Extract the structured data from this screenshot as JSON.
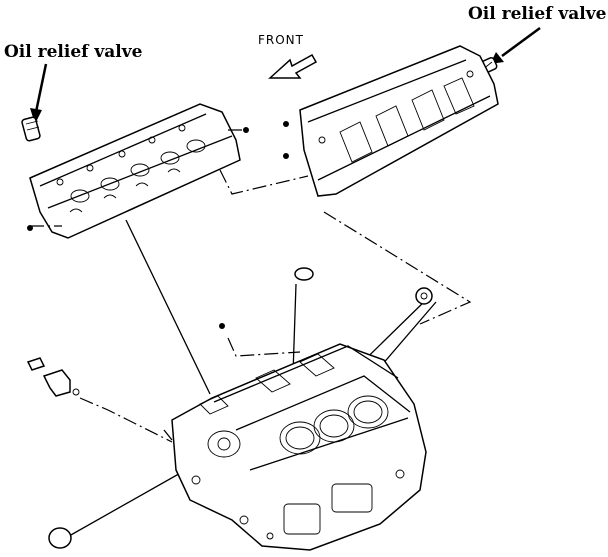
{
  "labels": {
    "left_valve": "Oil relief valve",
    "right_valve": "Oil relief valve",
    "front": "FRONT"
  },
  "icons": {
    "front_arrow": "arrow-down-left-icon",
    "callout_arrows": "arrow-icon"
  },
  "colors": {
    "ink": "#000000",
    "paper": "#ffffff"
  }
}
